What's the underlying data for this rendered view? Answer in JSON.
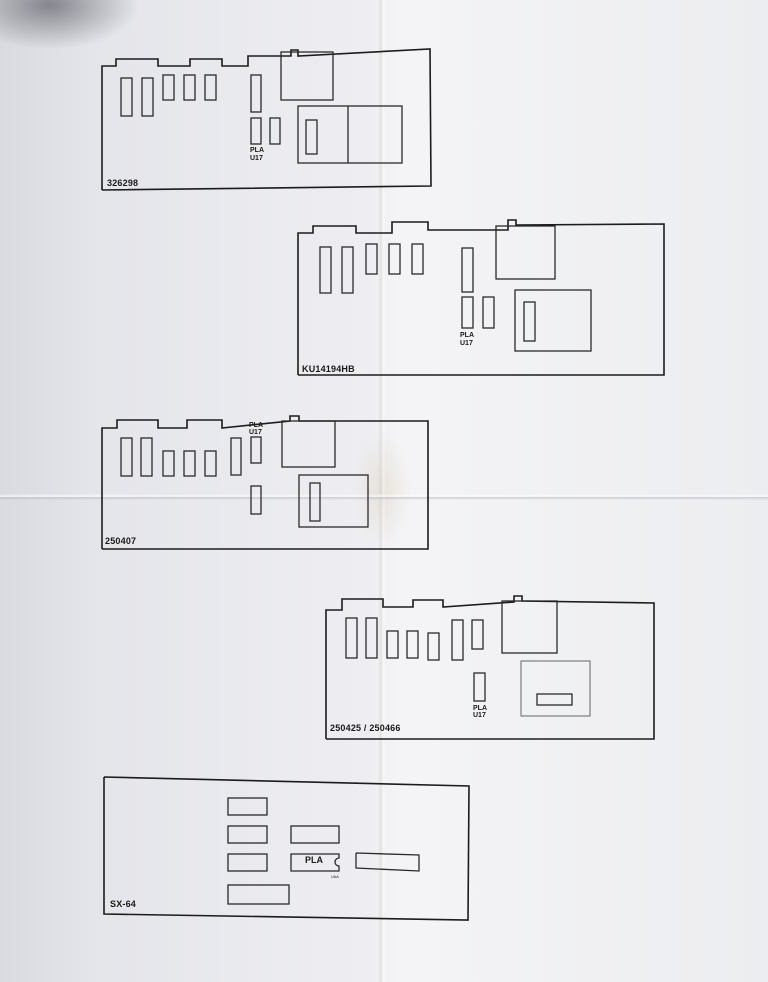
{
  "boards": [
    {
      "id": "board-1",
      "label": "326298",
      "pla": "PLA",
      "pla_ref": "U17"
    },
    {
      "id": "board-2",
      "label": "KU14194HB",
      "pla": "PLA",
      "pla_ref": "U17"
    },
    {
      "id": "board-3",
      "label": "250407",
      "pla": "PLA",
      "pla_ref": "U17"
    },
    {
      "id": "board-4",
      "label": "250425 / 250466",
      "pla": "PLA",
      "pla_ref": "U17"
    },
    {
      "id": "board-5",
      "label": "SX-64",
      "pla": "PLA",
      "pla_ref": "U6A"
    }
  ]
}
